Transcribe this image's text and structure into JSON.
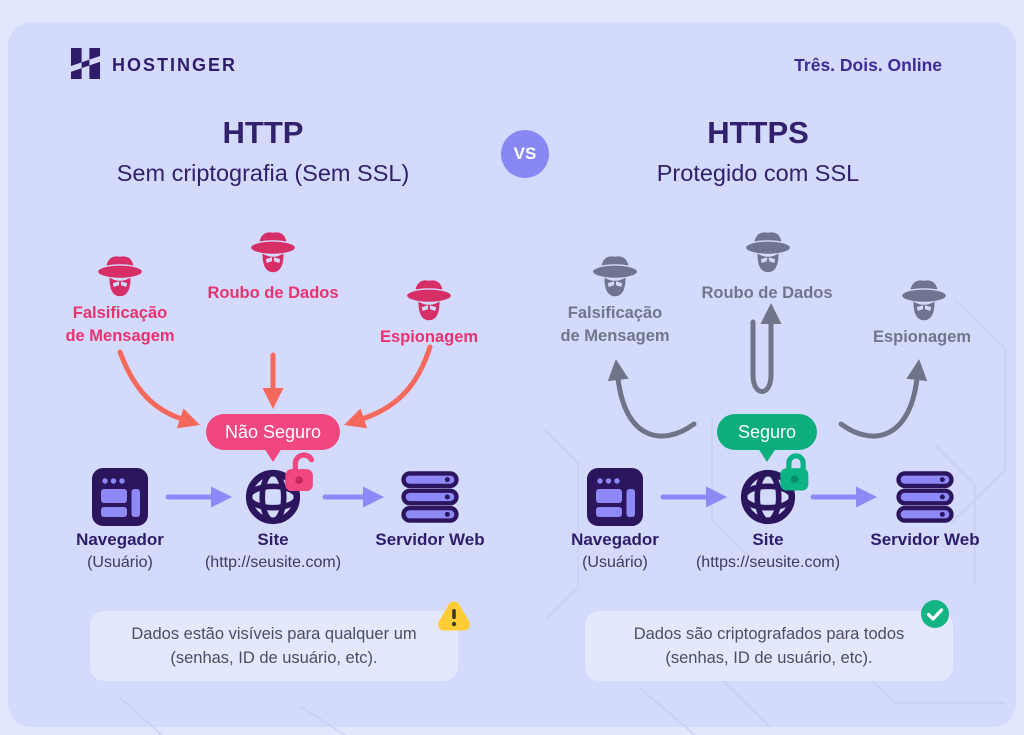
{
  "header": {
    "brand": "HOSTINGER",
    "tagline": "Três. Dois. Online"
  },
  "vs": {
    "label": "VS"
  },
  "http": {
    "title": "HTTP",
    "subtitle": "Sem criptografia (Sem SSL)",
    "threats": [
      {
        "line1": "Falsificação",
        "line2": "de Mensagem"
      },
      {
        "line1": "Roubo de Dados",
        "line2": ""
      },
      {
        "line1": "Espionagem",
        "line2": ""
      }
    ],
    "badge": "Não Seguro",
    "nodes": [
      {
        "title": "Navegador",
        "subtitle": "(Usuário)"
      },
      {
        "title": "Site",
        "subtitle": "(http://seusite.com)"
      },
      {
        "title": "Servidor Web",
        "subtitle": ""
      }
    ],
    "note": {
      "line1": "Dados estão visíveis para qualquer um",
      "line2": "(senhas, ID de usuário, etc)."
    }
  },
  "https": {
    "title": "HTTPS",
    "subtitle": "Protegido com SSL",
    "threats": [
      {
        "line1": "Falsificação",
        "line2": "de Mensagem"
      },
      {
        "line1": "Roubo de Dados",
        "line2": ""
      },
      {
        "line1": "Espionagem",
        "line2": ""
      }
    ],
    "badge": "Seguro",
    "nodes": [
      {
        "title": "Navegador",
        "subtitle": "(Usuário)"
      },
      {
        "title": "Site",
        "subtitle": "(https://seusite.com)"
      },
      {
        "title": "Servidor Web",
        "subtitle": ""
      }
    ],
    "note": {
      "line1": "Dados são criptografados para todos",
      "line2": "(senhas, ID de usuário, etc)."
    }
  },
  "colors": {
    "navy": "#2f1c6a",
    "pink_label": "#e8336f",
    "pink_badge": "#f2477e",
    "coral_arrow": "#f5685c",
    "green_badge": "#0dae7d",
    "periwinkle": "#8f88f7",
    "gray": "#6f7590",
    "yellow_warning": "#ffcd33",
    "background": "#d4dafb"
  }
}
